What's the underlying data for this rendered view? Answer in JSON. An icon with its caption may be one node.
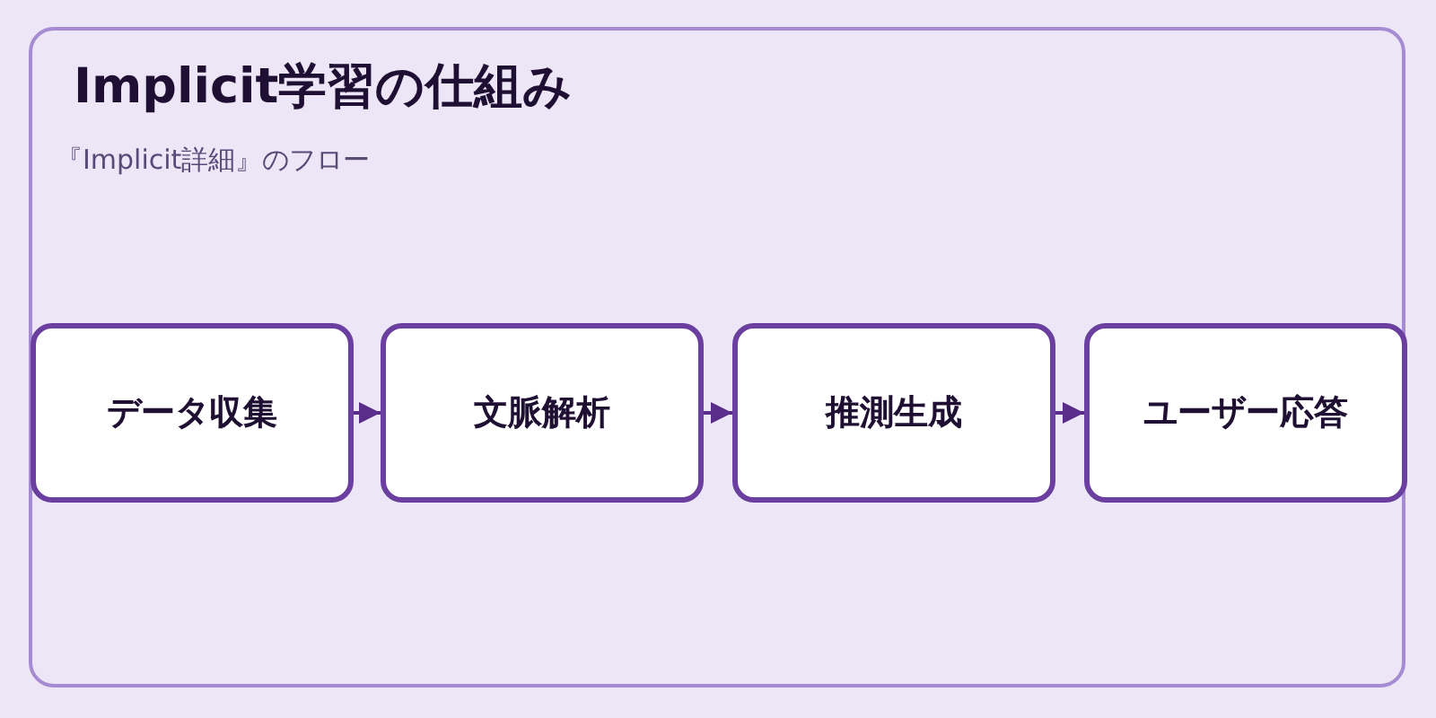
{
  "diagram": {
    "title": "Implicit学習の仕組み",
    "labels": [
      "『Implicit詳細』のフロー"
    ],
    "nodes": [
      {
        "text": [
          "データ収集"
        ]
      },
      {
        "text": [
          "文脈解析"
        ]
      },
      {
        "text": [
          "推測生成"
        ]
      },
      {
        "text": [
          "ユーザー応答"
        ]
      }
    ],
    "edges": [
      {
        "from": 0,
        "to": 1,
        "arrow": "to"
      },
      {
        "from": 1,
        "to": 2,
        "arrow": "to"
      },
      {
        "from": 2,
        "to": 3,
        "arrow": "to"
      }
    ]
  }
}
